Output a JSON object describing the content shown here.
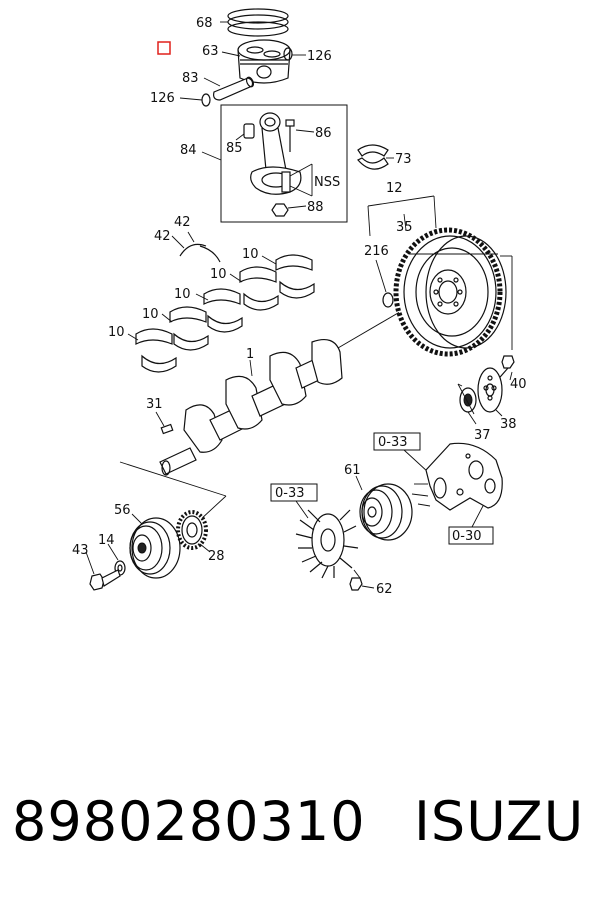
{
  "callouts": {
    "c68": "68",
    "c63": "63",
    "c126a": "126",
    "c126b": "126",
    "c83": "83",
    "c84": "84",
    "c85": "85",
    "c86": "86",
    "cNSS": "NSS",
    "c88": "88",
    "c73": "73",
    "c42a": "42",
    "c42b": "42",
    "c10a": "10",
    "c10b": "10",
    "c10c": "10",
    "c10d": "10",
    "c10e": "10",
    "c1": "1",
    "c31": "31",
    "c12": "12",
    "c35": "35",
    "c216": "216",
    "c40": "40",
    "c37": "37",
    "c38": "38",
    "ref033a": "0-33",
    "ref033b": "0-33",
    "ref030": "0-30",
    "c61": "61",
    "c62": "62",
    "c56": "56",
    "c14": "14",
    "c43": "43",
    "c28": "28"
  },
  "caption": {
    "part_number": "8980280310",
    "brand": "ISUZU"
  },
  "colors": {
    "marker": "#e0201b",
    "line": "#111111",
    "background": "#ffffff"
  }
}
